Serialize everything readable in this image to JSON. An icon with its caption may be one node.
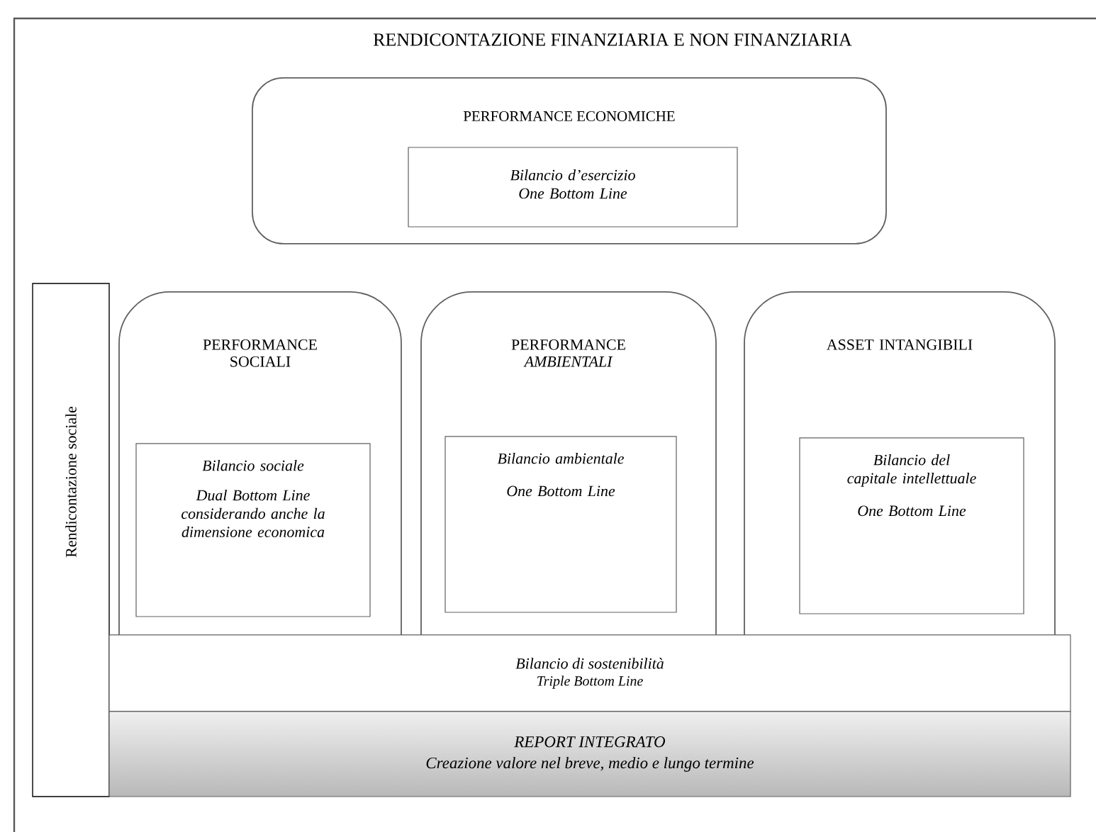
{
  "diagram": {
    "title": "RENDICONTAZIONE FINANZIARIA E NON FINANZIARIA",
    "nodes": [
      {
        "text": [
          "PERFORMANCE ECONOMICHE"
        ]
      },
      {
        "text": [
          "Bilancio d’esercizio",
          "One Bottom Line"
        ],
        "in": 0
      },
      {
        "text": [
          "Rendicontazione sociale"
        ]
      },
      {
        "text": [
          "PERFORMANCE SOCIALI"
        ]
      },
      {
        "text": [
          "Bilancio sociale",
          "Dual Bottom Line considerando anche la dimensione economica"
        ],
        "in": 3
      },
      {
        "text": [
          "PERFORMANCE *AMBIENTALI*"
        ]
      },
      {
        "text": [
          "Bilancio ambientale",
          "One Bottom Line"
        ],
        "in": 5
      },
      {
        "text": [
          "ASSET INTANGIBILI"
        ]
      },
      {
        "text": [
          "Bilancio del capitale intellettuale",
          "One Bottom Line"
        ],
        "in": 7
      },
      {
        "text": [
          "Bilancio di sostenibilità",
          "Triple Bottom Line"
        ]
      },
      {
        "text": [
          "REPORT INTEGRATO",
          "Creazione valore nel breve, medio e lungo termine"
        ]
      }
    ]
  }
}
